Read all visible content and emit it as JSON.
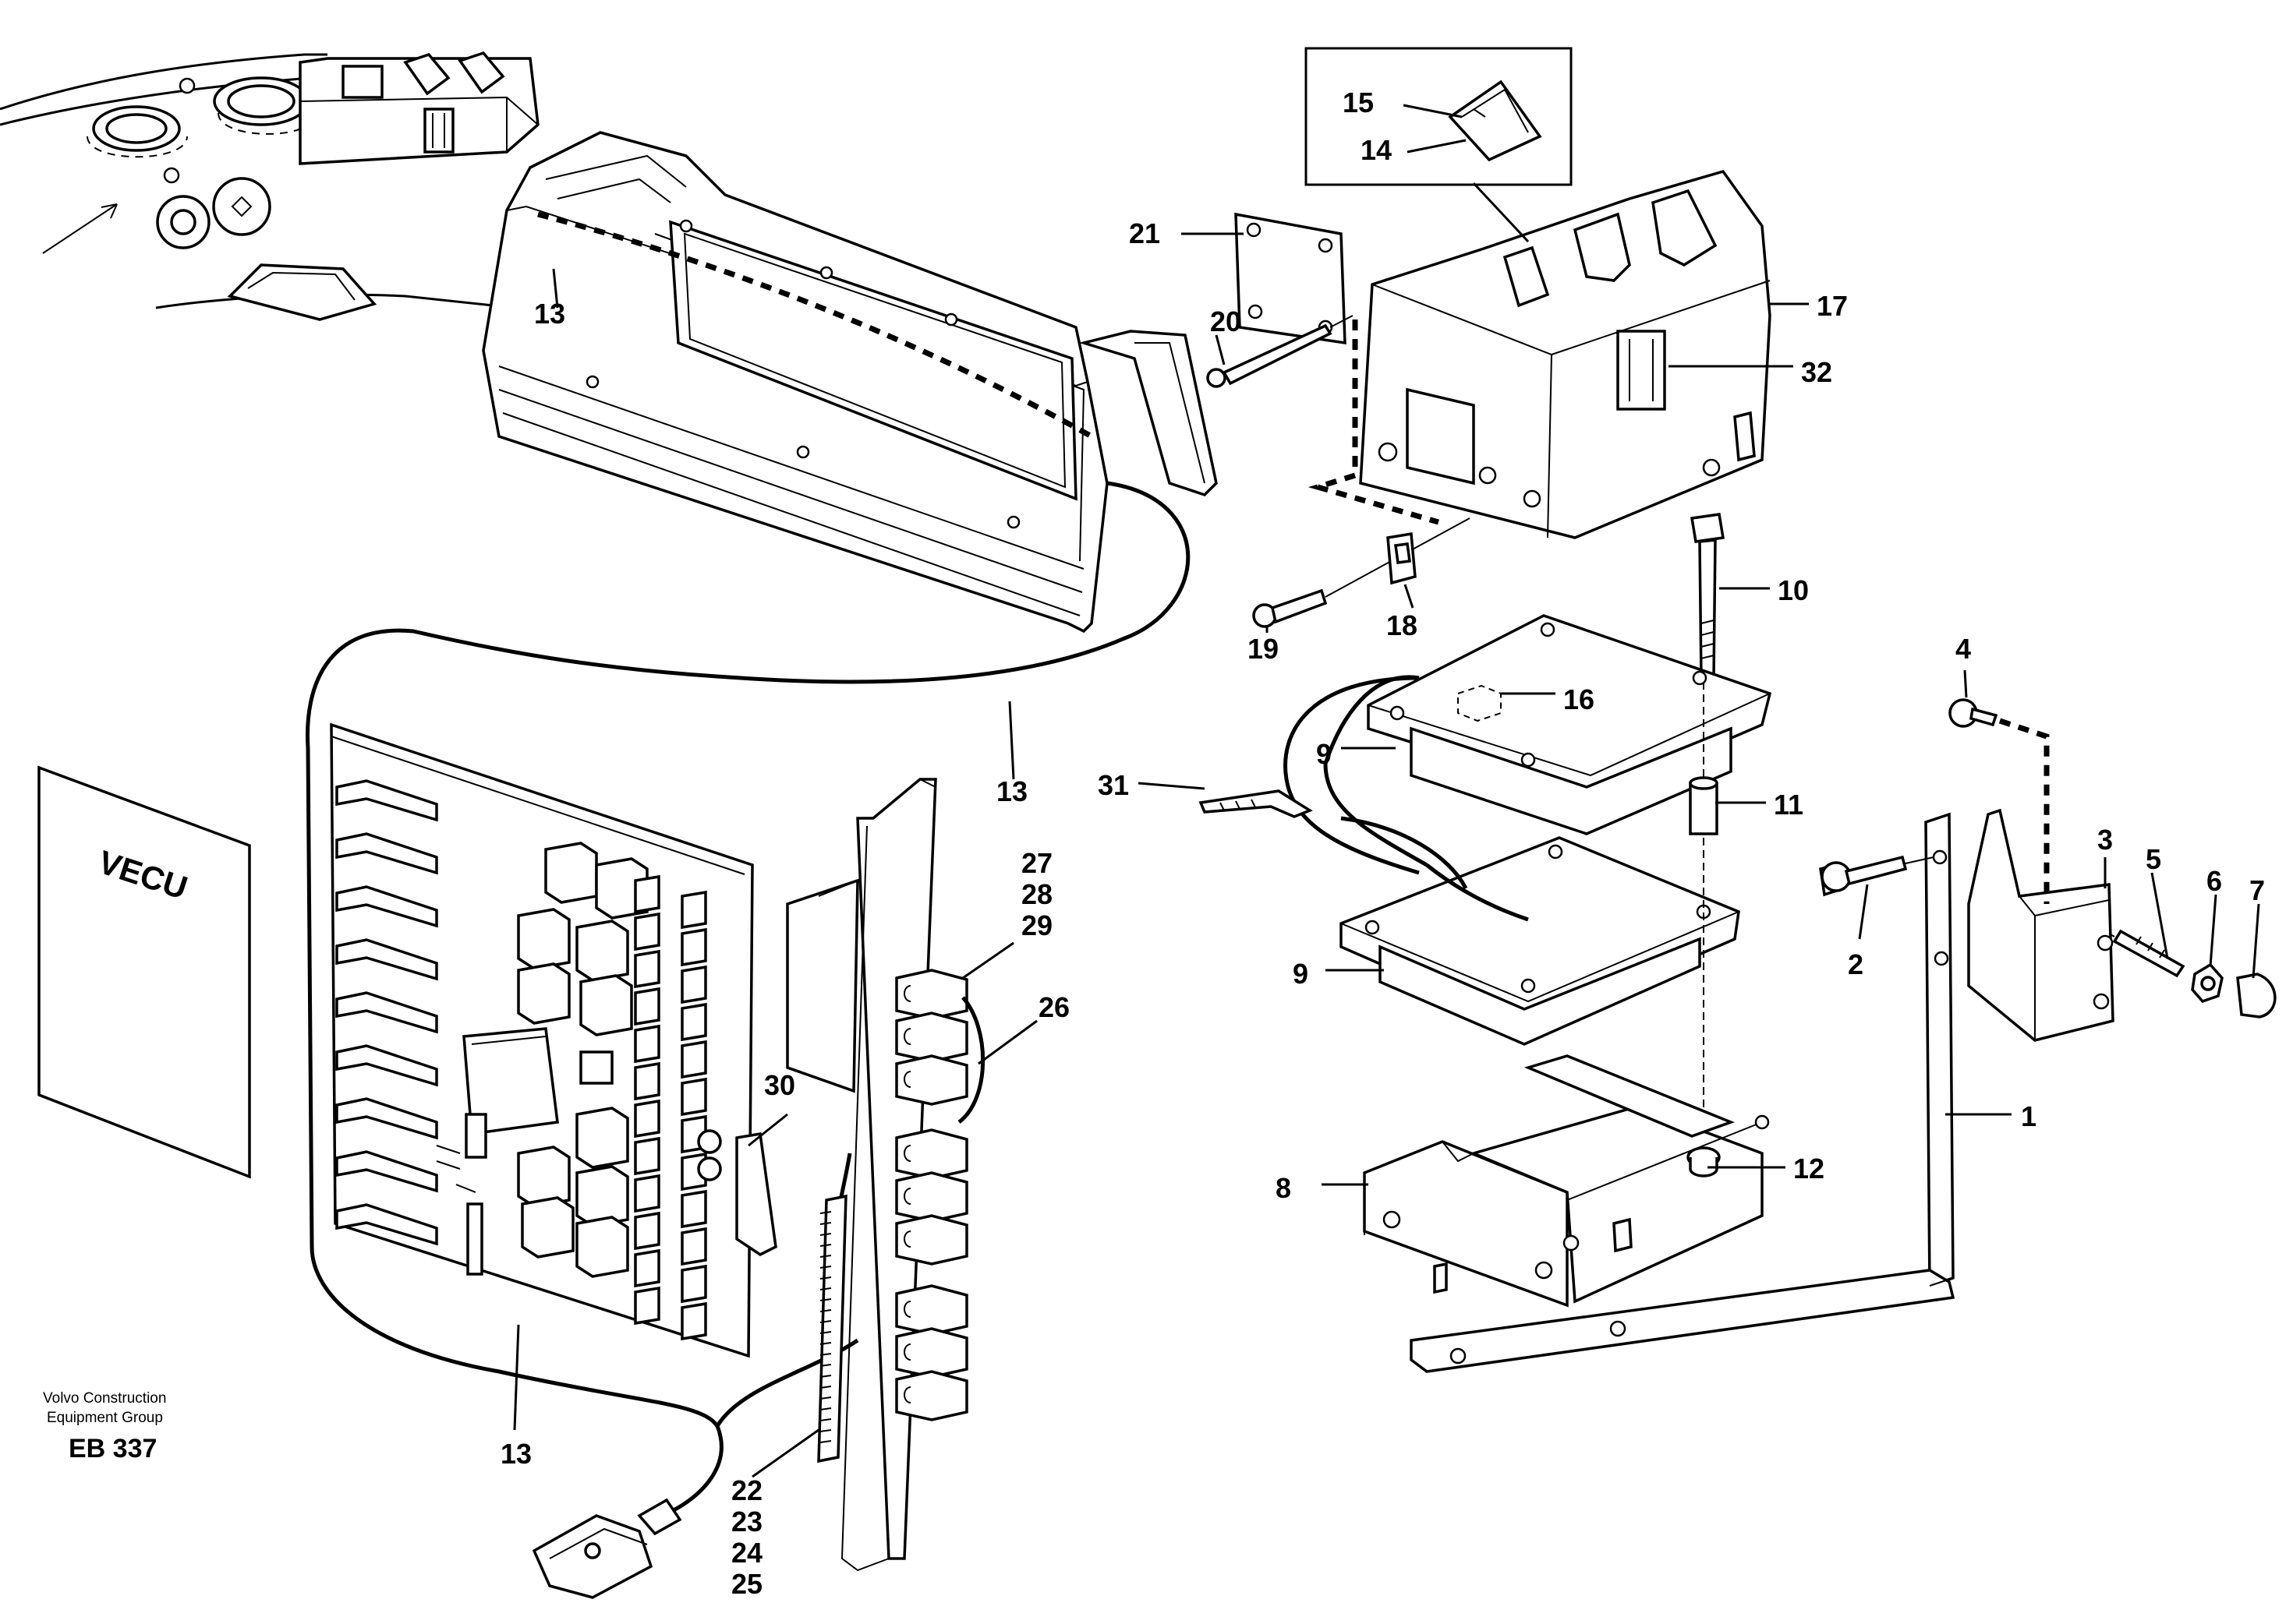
{
  "diagram": {
    "document_label": "VECU",
    "publisher": {
      "line1": "Volvo Construction",
      "line2": "Equipment Group",
      "code": "EB 337"
    },
    "callouts": [
      {
        "id": "c1",
        "text": "1"
      },
      {
        "id": "c2",
        "text": "2"
      },
      {
        "id": "c3",
        "text": "3"
      },
      {
        "id": "c4",
        "text": "4"
      },
      {
        "id": "c5",
        "text": "5"
      },
      {
        "id": "c6",
        "text": "6"
      },
      {
        "id": "c7",
        "text": "7"
      },
      {
        "id": "c8",
        "text": "8"
      },
      {
        "id": "c9a",
        "text": "9"
      },
      {
        "id": "c9b",
        "text": "9"
      },
      {
        "id": "c10",
        "text": "10"
      },
      {
        "id": "c11",
        "text": "11"
      },
      {
        "id": "c12",
        "text": "12"
      },
      {
        "id": "c13a",
        "text": "13"
      },
      {
        "id": "c13b",
        "text": "13"
      },
      {
        "id": "c13c",
        "text": "13"
      },
      {
        "id": "c14",
        "text": "14"
      },
      {
        "id": "c15",
        "text": "15"
      },
      {
        "id": "c16",
        "text": "16"
      },
      {
        "id": "c17",
        "text": "17"
      },
      {
        "id": "c18",
        "text": "18"
      },
      {
        "id": "c19",
        "text": "19"
      },
      {
        "id": "c20",
        "text": "20"
      },
      {
        "id": "c21",
        "text": "21"
      },
      {
        "id": "c22",
        "text": "22"
      },
      {
        "id": "c23",
        "text": "23"
      },
      {
        "id": "c24",
        "text": "24"
      },
      {
        "id": "c25",
        "text": "25"
      },
      {
        "id": "c26",
        "text": "26"
      },
      {
        "id": "c27",
        "text": "27"
      },
      {
        "id": "c28",
        "text": "28"
      },
      {
        "id": "c29",
        "text": "29"
      },
      {
        "id": "c30",
        "text": "30"
      },
      {
        "id": "c31",
        "text": "31"
      },
      {
        "id": "c32",
        "text": "32"
      }
    ]
  }
}
